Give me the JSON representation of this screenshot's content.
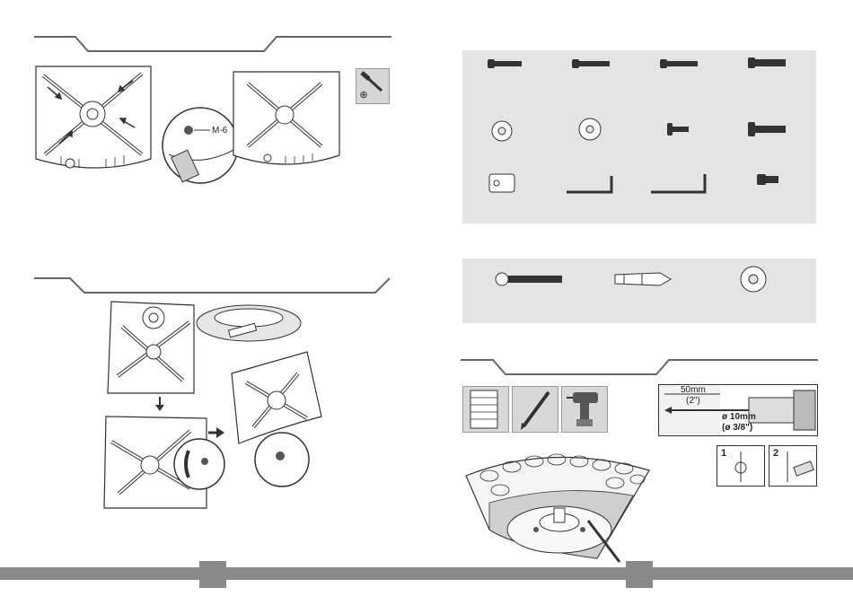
{
  "left_page": {
    "step1": {
      "callout_label": "M-6"
    },
    "page_number": ""
  },
  "right_page": {
    "drill_diagram": {
      "depth_mm": "50mm",
      "depth_in": "(2\")",
      "diameter_mm": "ø 10mm",
      "diameter_in": "(ø 3/8\")",
      "step_1": "1",
      "step_2": "2"
    },
    "page_number": ""
  },
  "colors": {
    "panel": "#e4e4e4",
    "footer": "#8a8a8a",
    "line": "#555555"
  },
  "icons": [
    "screwdriver-icon",
    "phillips-head-icon",
    "brick-wall-icon",
    "pencil-icon",
    "drill-icon"
  ]
}
